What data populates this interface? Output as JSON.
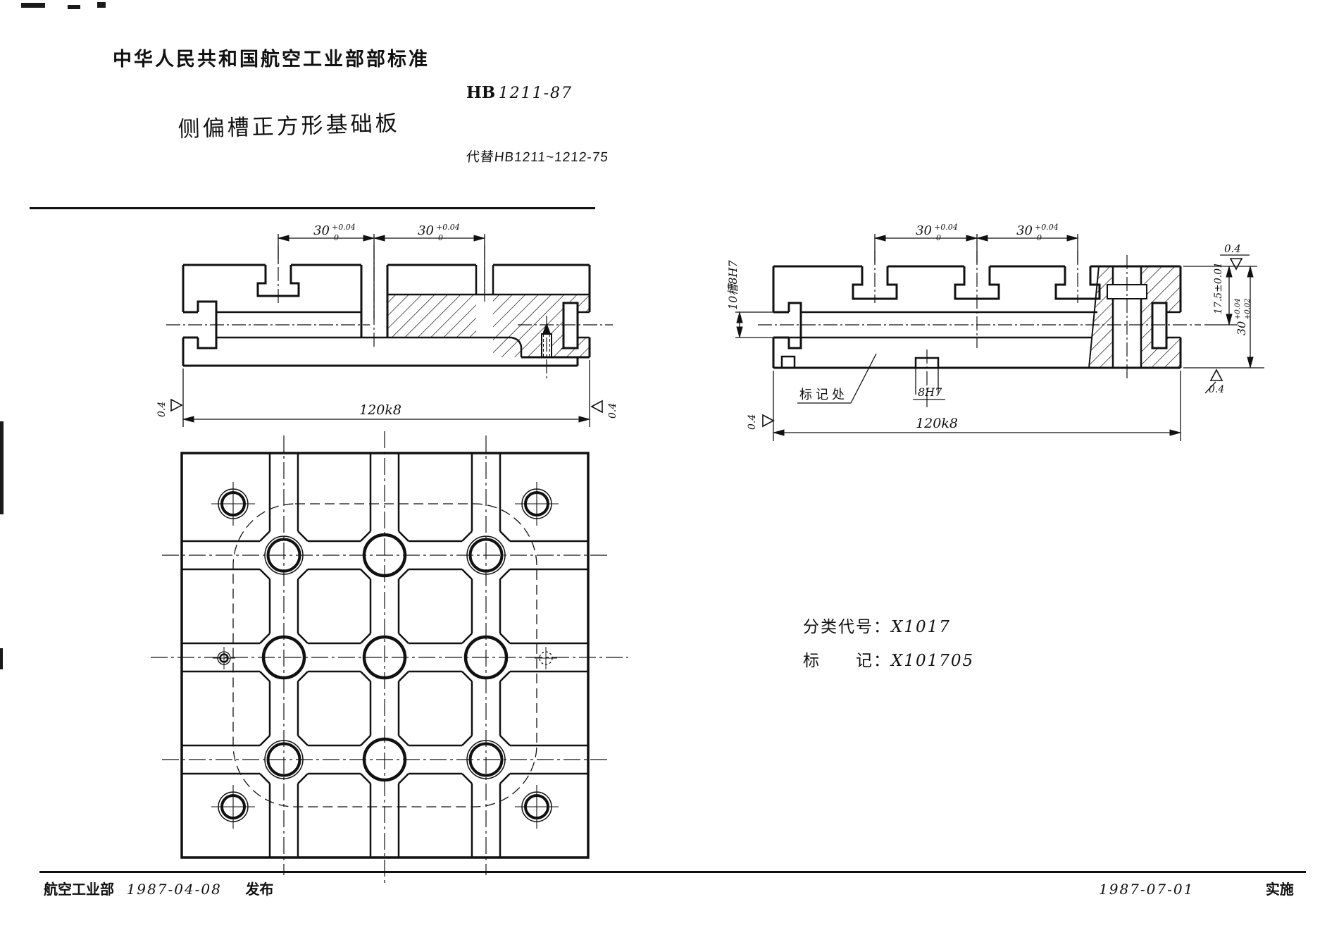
{
  "page": {
    "header_title": "中华人民共和国航空工业部部标准",
    "standard_prefix": "HB",
    "standard_number": "1211-87",
    "doc_title": "侧偏槽正方形基础板",
    "replaces": "代替HB1211~1212-75",
    "classification_label": "分类代号：",
    "classification_value": "X1017",
    "marking_label": "标　　记：",
    "marking_value": "X101705",
    "footer": {
      "org": "航空工业部",
      "release_date": "1987-04-08",
      "release_label": "发布",
      "impl_date": "1987-07-01",
      "impl_label": "实施"
    }
  },
  "dims": {
    "pitch": "30",
    "pitch_up": "+0.04",
    "pitch_dn": "0",
    "overall": "120k8",
    "height": "30",
    "height_up": "+0.04",
    "height_dn": "+0.02",
    "step": "17.5±0.01",
    "side_slot": "10槽8H7",
    "bottom_slot": "8H7",
    "finish": "0.4",
    "mark_note": "标记处"
  }
}
